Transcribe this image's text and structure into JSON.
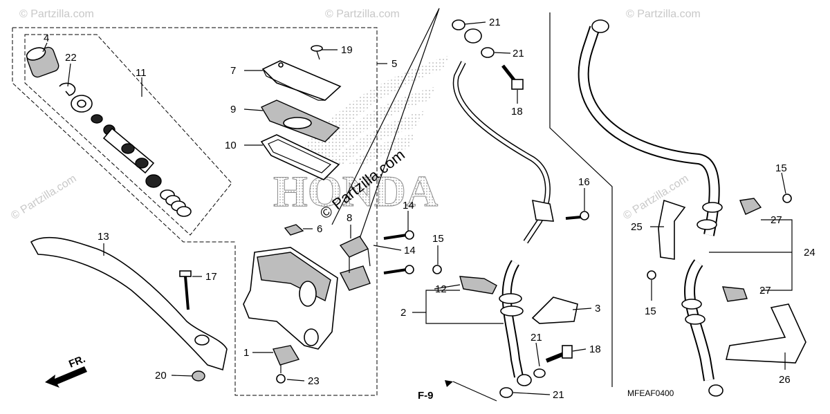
{
  "diagram": {
    "code": "MFEAF0400",
    "front_arrow": "FR.",
    "ref_label": "F-9",
    "brand": "HONDA",
    "watermark": "© Partzilla.com",
    "callouts": [
      "1",
      "2",
      "3",
      "4",
      "5",
      "6",
      "7",
      "8",
      "9",
      "10",
      "11",
      "12",
      "13",
      "14",
      "15",
      "16",
      "17",
      "18",
      "19",
      "20",
      "21",
      "22",
      "23",
      "24",
      "25",
      "26",
      "27"
    ]
  },
  "colors": {
    "line": "#000000",
    "watermark": "#c8c8c8",
    "background": "#ffffff"
  }
}
